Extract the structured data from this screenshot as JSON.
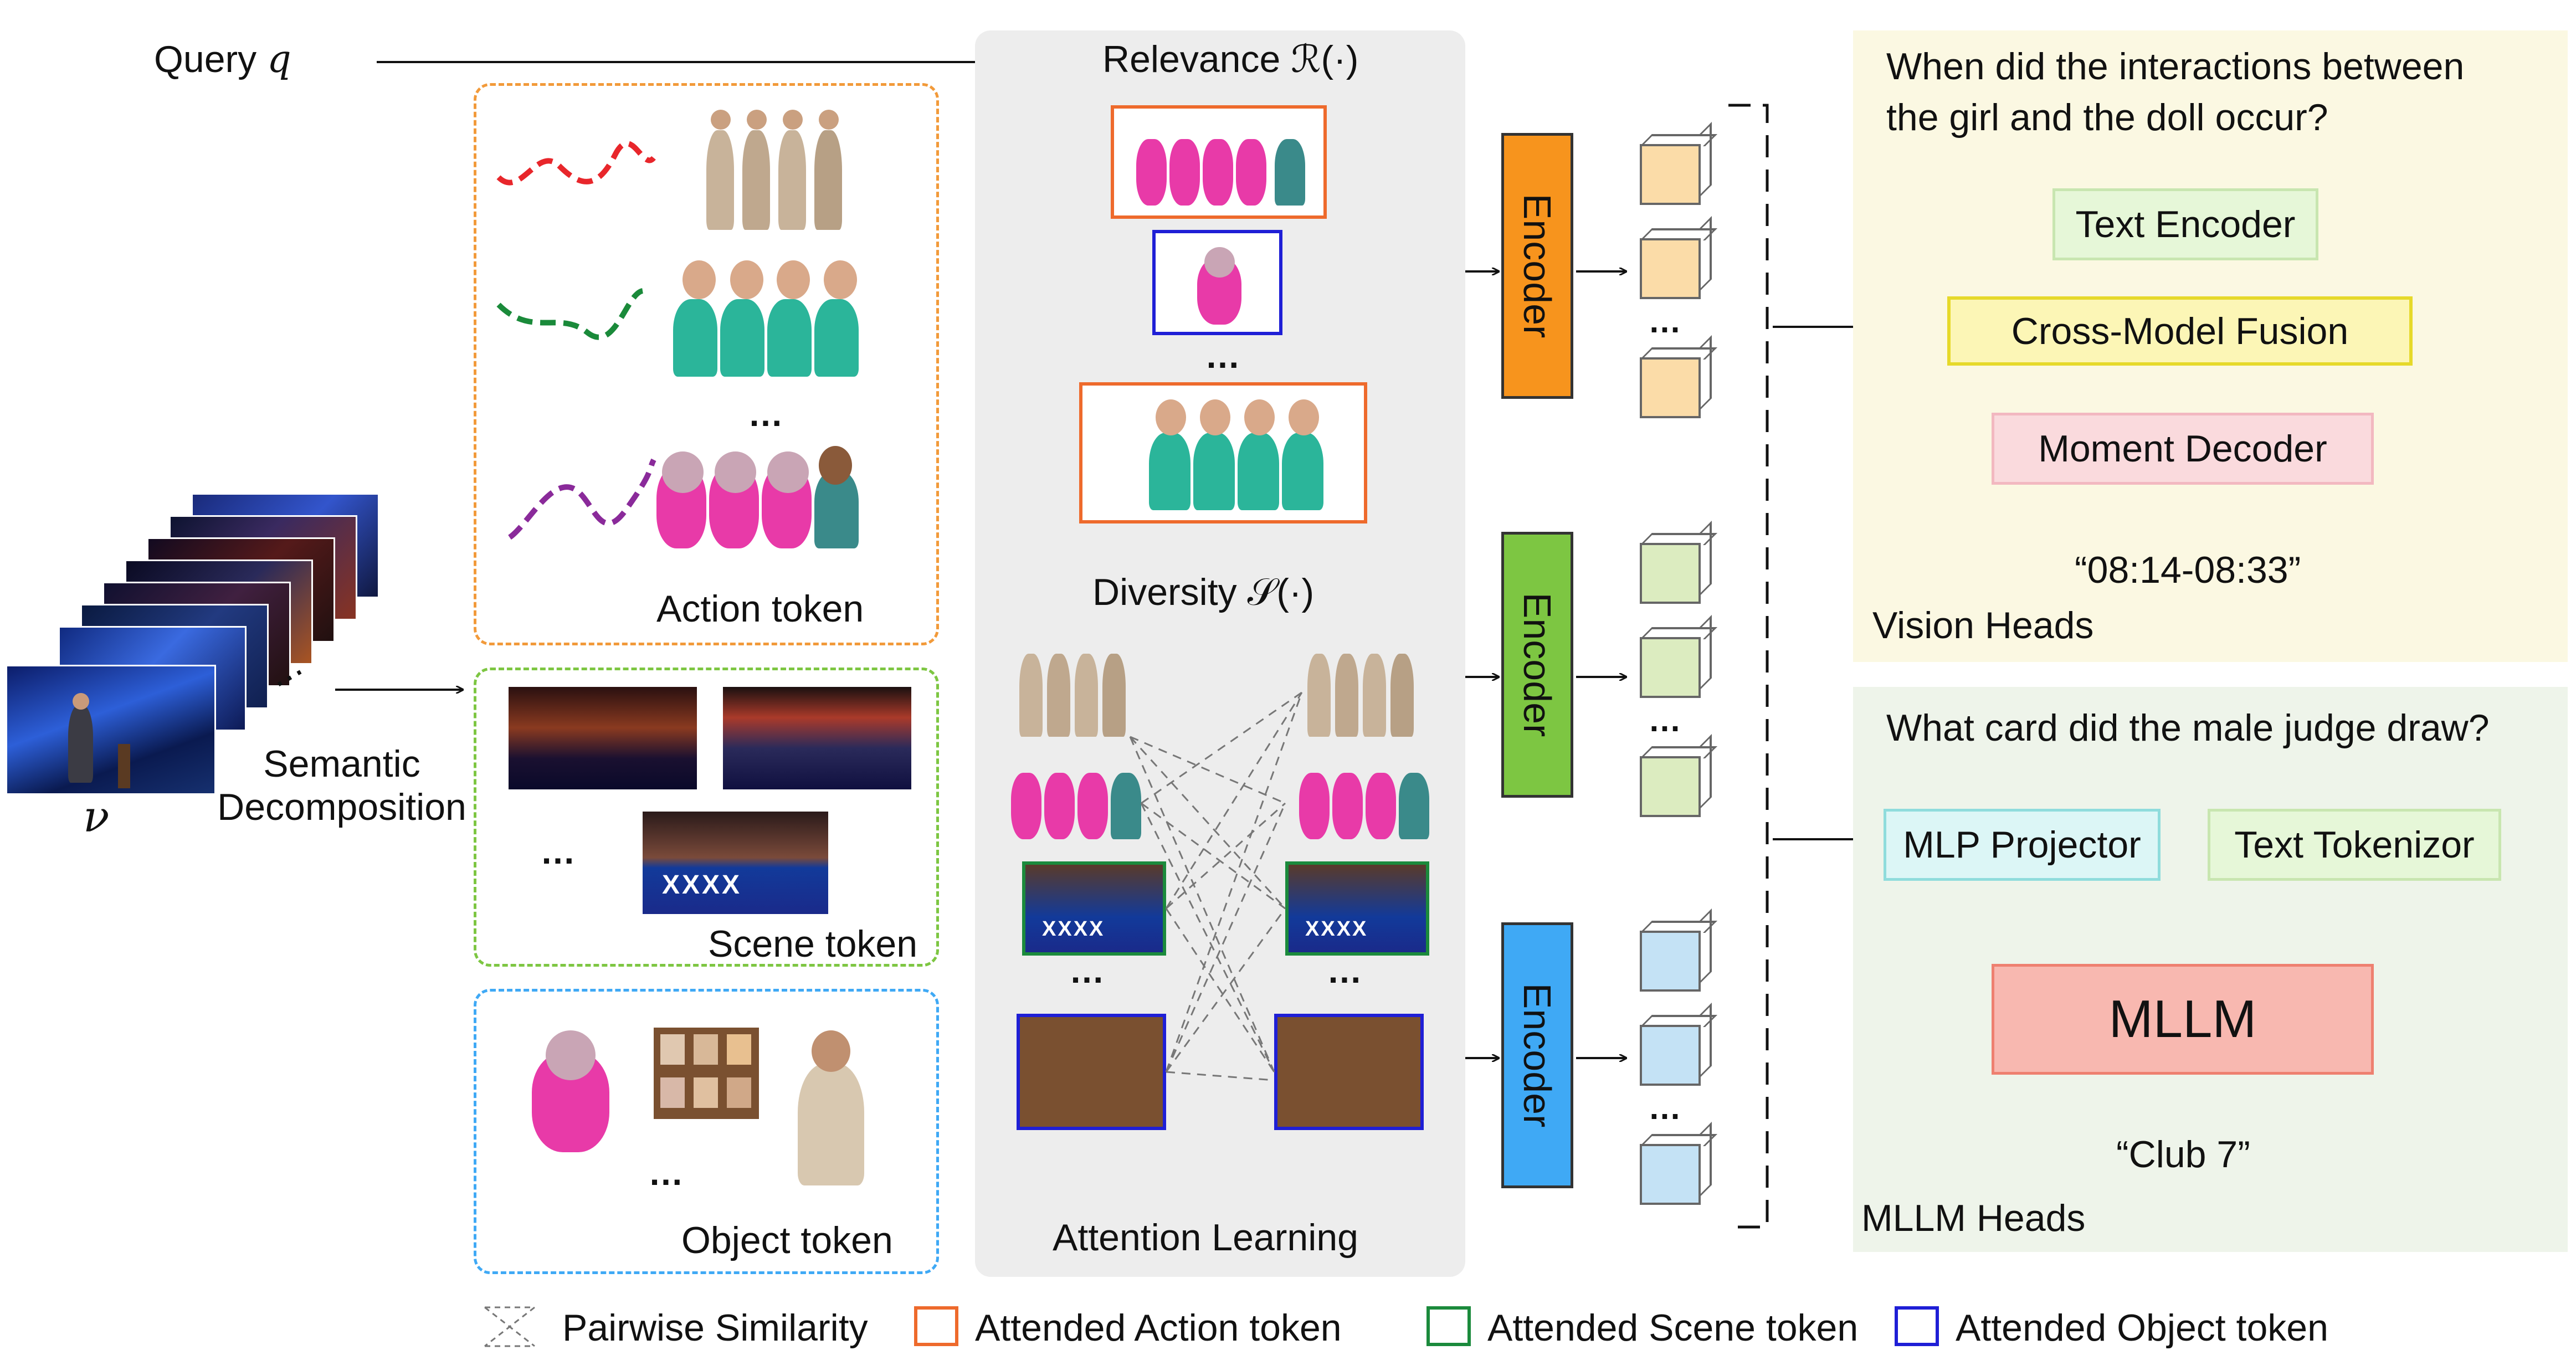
{
  "query_label": "Query",
  "query_symbol": "q",
  "video_symbol": "ν",
  "semantic_decomposition": [
    "Semantic",
    "Decomposition"
  ],
  "tokens": {
    "action": "Action token",
    "scene": "Scene token",
    "object": "Object token",
    "ellipsis": "…"
  },
  "attention": {
    "relevance": "Relevance ℛ(·)",
    "diversity": "Diversity 𝒮(·)",
    "title": "Attention Learning"
  },
  "encoders": [
    "Encoder",
    "Encoder",
    "Encoder"
  ],
  "vision_heads": {
    "question": [
      "When did the interactions between",
      "the girl and the doll occur?"
    ],
    "text_encoder": "Text Encoder",
    "fusion": "Cross-Model Fusion",
    "decoder": "Moment Decoder",
    "output": "“08:14-08:33”",
    "title": "Vision Heads"
  },
  "mllm_heads": {
    "question": "What card did the male judge draw?",
    "projector": "MLP Projector",
    "tokenizer": "Text Tokenizor",
    "mllm": "MLLM",
    "output": "“Club 7”",
    "title": "MLLM Heads"
  },
  "legend": {
    "pairwise": "Pairwise Similarity",
    "action": "Attended Action token",
    "scene": "Attended Scene token",
    "object": "Attended Object token"
  },
  "colors": {
    "action": "#ee6a2c",
    "scene": "#1b8a3c",
    "object": "#1f1fd6",
    "encoder_orange": "#f7941d",
    "encoder_green": "#7dc642",
    "encoder_blue": "#3fa9f5"
  }
}
